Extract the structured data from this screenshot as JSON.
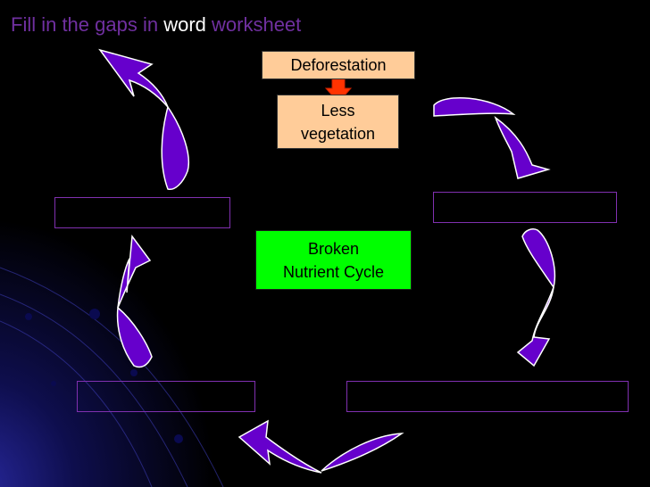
{
  "slide": {
    "title": {
      "part1": "Fill in the gaps in ",
      "part2": "word",
      "part3": " worksheet"
    },
    "boxes": {
      "deforestation": "Deforestation",
      "less_vegetation_line1": "Less",
      "less_vegetation_line2": "vegetation",
      "center_line1": "Broken",
      "center_line2": "Nutrient Cycle"
    },
    "colors": {
      "title_accent": "#7030a0",
      "title_highlight": "#ffffff",
      "box_orange": "#ffcc99",
      "box_green": "#00ff00",
      "arrow_fill": "#6600cc",
      "arrow_stroke": "#ffffff",
      "down_arrow": "#ff3300",
      "gap_border": "#8030b0"
    }
  }
}
